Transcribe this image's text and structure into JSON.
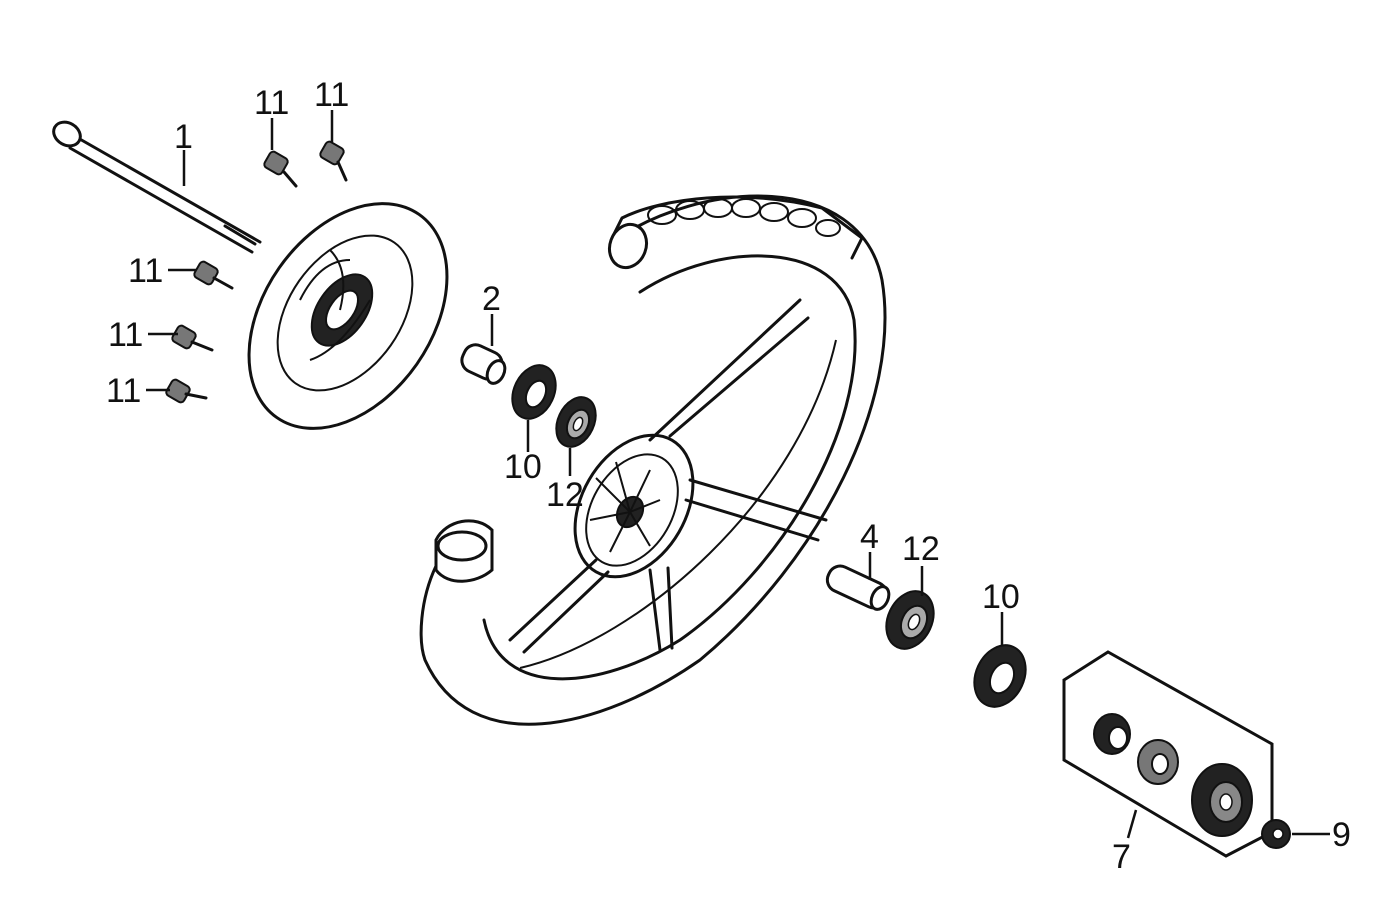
{
  "callouts": [
    {
      "id": "c1",
      "text": "1"
    },
    {
      "id": "c11a",
      "text": "11"
    },
    {
      "id": "c11b",
      "text": "11"
    },
    {
      "id": "c11c",
      "text": "11"
    },
    {
      "id": "c11d",
      "text": "11"
    },
    {
      "id": "c11e",
      "text": "11"
    },
    {
      "id": "c2",
      "text": "2"
    },
    {
      "id": "c10a",
      "text": "10"
    },
    {
      "id": "c12a",
      "text": "12"
    },
    {
      "id": "c4",
      "text": "4"
    },
    {
      "id": "c12b",
      "text": "12"
    },
    {
      "id": "c10b",
      "text": "10"
    },
    {
      "id": "c7",
      "text": "7"
    },
    {
      "id": "c9",
      "text": "9"
    }
  ]
}
